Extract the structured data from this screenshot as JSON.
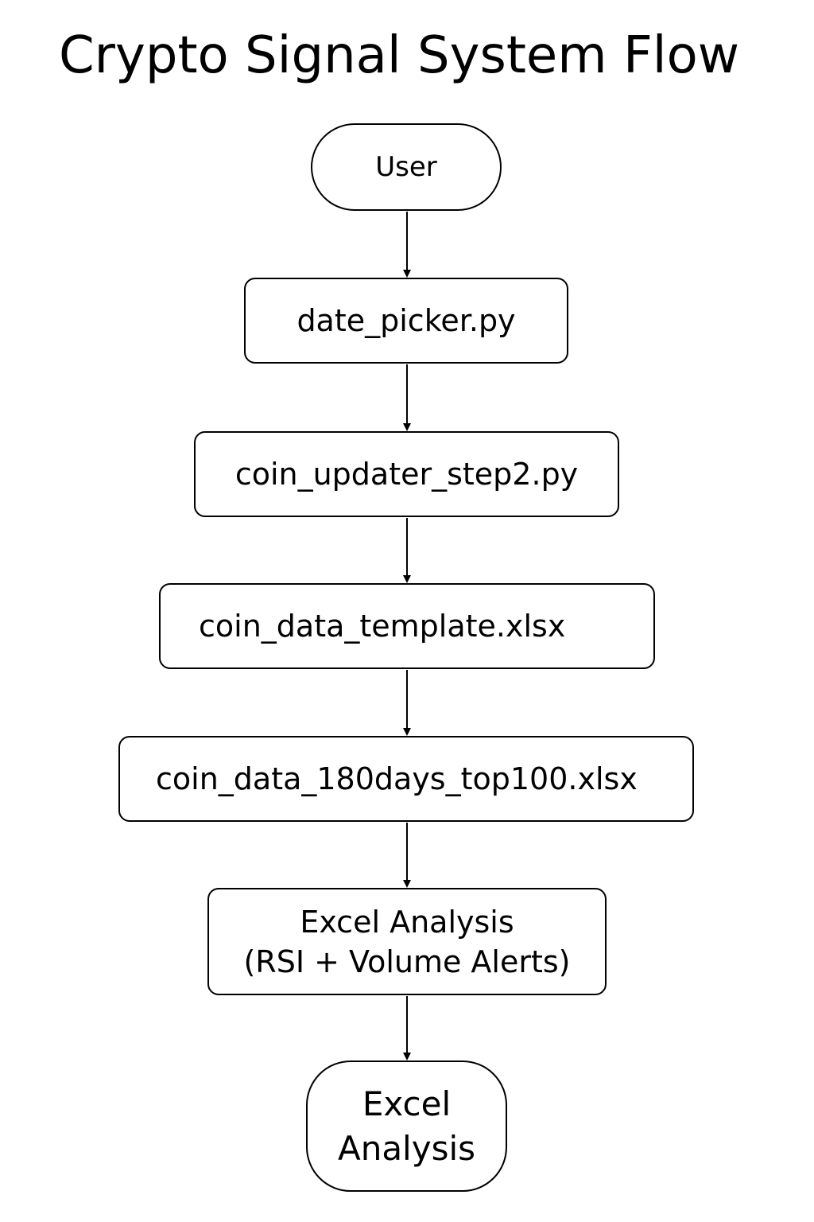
{
  "title": "Crypto Signal System Flow",
  "nodes": {
    "user": "User",
    "date_picker": "date_picker.py",
    "coin_updater": "coin_updater_step2.py",
    "template": "coin_data_template.xlsx",
    "data_180": "coin_data_180days_top100.xlsx",
    "excel_analysis_alerts": {
      "line1": "Excel Analysis",
      "line2": "(RSI + Volume Alerts)"
    },
    "excel_analysis_end": {
      "line1": "Excel",
      "line2": "Analysis"
    }
  },
  "colors": {
    "stroke": "#000000",
    "background": "#ffffff"
  }
}
